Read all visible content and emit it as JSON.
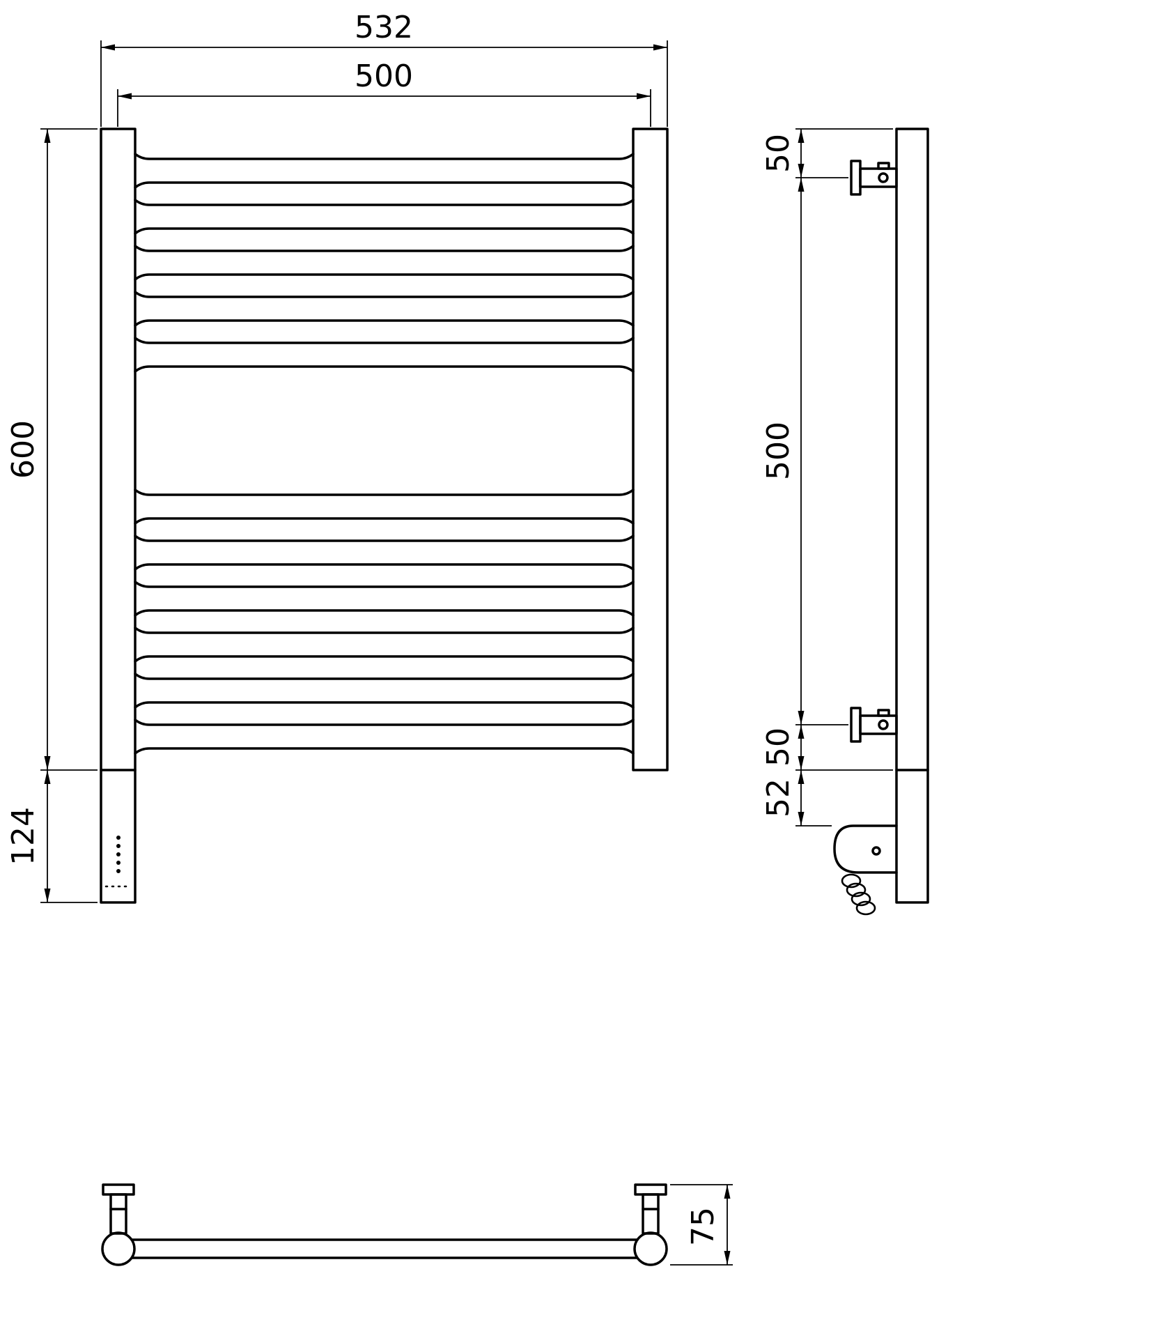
{
  "drawing_type": "towel-rail-technical-dimension-drawing",
  "views": {
    "front": {
      "overall_width_mm": "532",
      "center_width_mm": "500",
      "height_mm": "600",
      "unit_height_mm": "124"
    },
    "side": {
      "top_bracket_offset_mm": "50",
      "bracket_distance_mm": "500",
      "bottom_bracket_offset_mm": "50",
      "unit_offset_mm": "52"
    },
    "top": {
      "depth_mm": "75"
    }
  },
  "colors": {
    "line": "#000000",
    "background": "#ffffff"
  }
}
